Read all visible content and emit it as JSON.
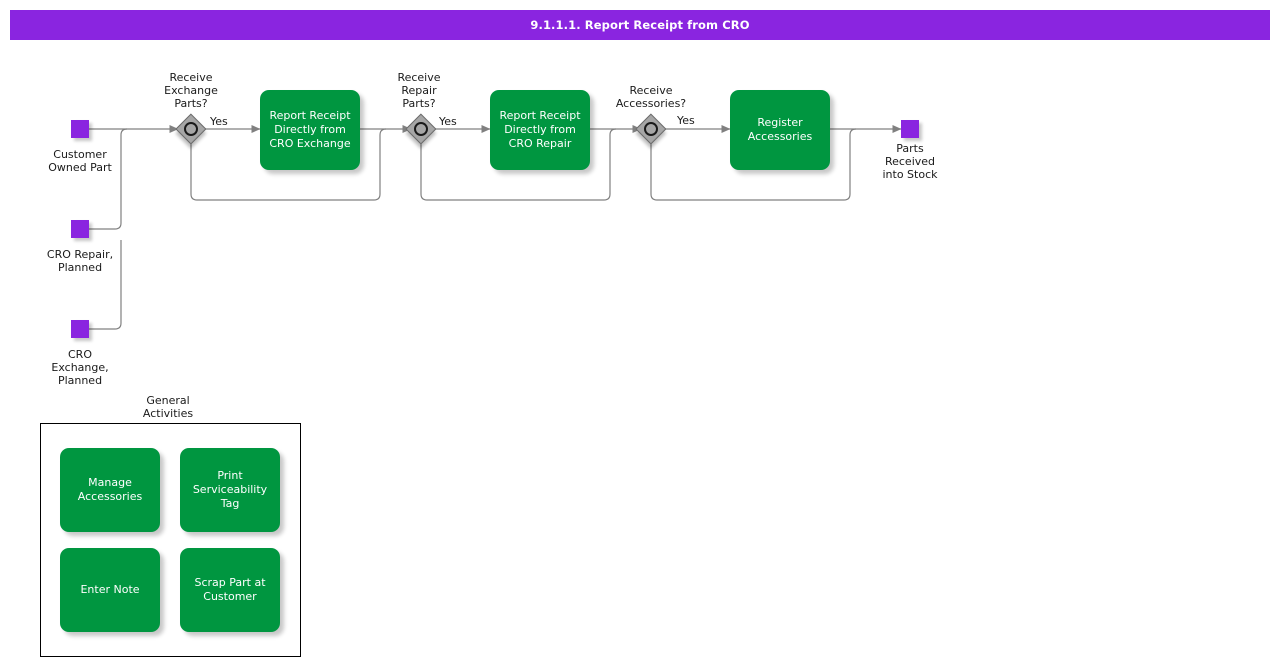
{
  "header": {
    "title": "9.1.1.1. Report Receipt from CRO",
    "bar_color": "#8A25E0"
  },
  "palette": {
    "event_purple": "#8A25E0",
    "task_green": "#009640",
    "gateway_gray": "#A6A6A6",
    "connector_gray": "#808080",
    "group_border": "#000000"
  },
  "diagram": {
    "start_events": [
      {
        "label": "Customer\nOwned Part"
      },
      {
        "label": "CRO Repair,\nPlanned"
      },
      {
        "label": "CRO\nExchange,\nPlanned"
      }
    ],
    "gateways": [
      {
        "label": "Receive\nExchange\nParts?",
        "yes_label": "Yes"
      },
      {
        "label": "Receive\nRepair\nParts?",
        "yes_label": "Yes"
      },
      {
        "label": "Receive\nAccessories?",
        "yes_label": "Yes"
      }
    ],
    "tasks": [
      {
        "label": "Report Receipt\nDirectly from\nCRO Exchange"
      },
      {
        "label": "Report Receipt\nDirectly from\nCRO Repair"
      },
      {
        "label": "Register\nAccessories"
      }
    ],
    "end_events": [
      {
        "label": "Parts\nReceived\ninto Stock"
      }
    ],
    "group": {
      "label": "General\nActivities",
      "activities": [
        {
          "label": "Manage\nAccessories"
        },
        {
          "label": "Print\nServiceability\nTag"
        },
        {
          "label": "Enter Note"
        },
        {
          "label": "Scrap Part at\nCustomer"
        }
      ]
    }
  }
}
